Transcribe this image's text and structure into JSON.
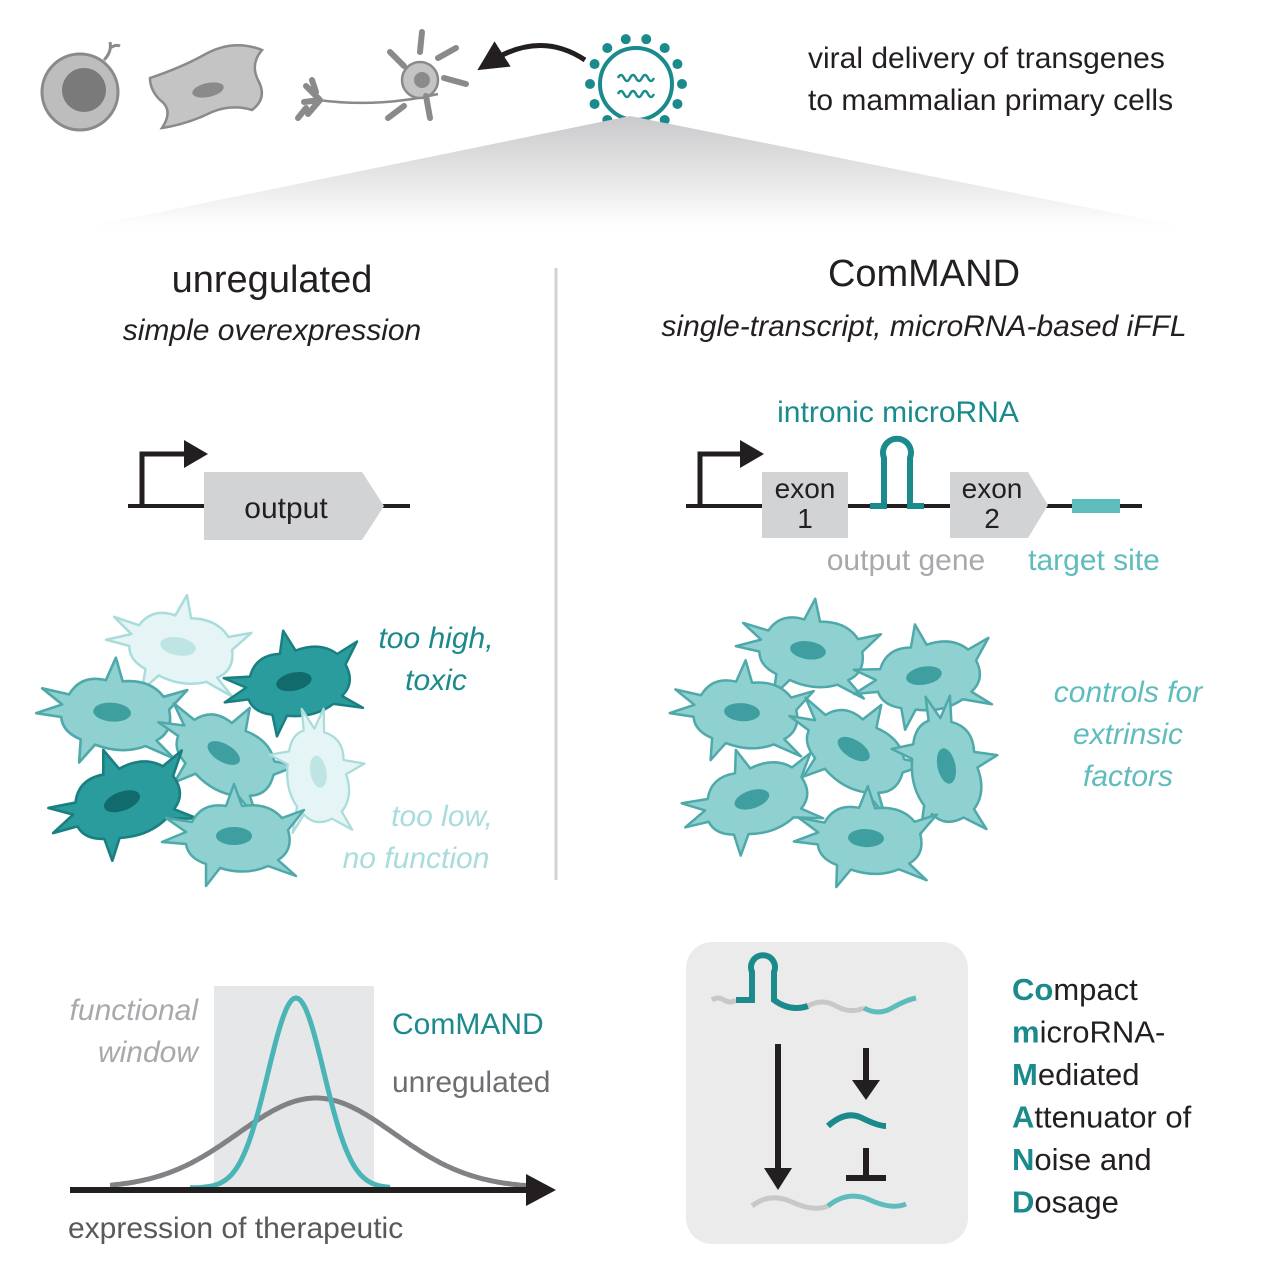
{
  "header": {
    "caption_line1": "viral delivery of transgenes",
    "caption_line2": "to mammalian primary cells"
  },
  "left_panel": {
    "title": "unregulated",
    "subtitle": "simple overexpression",
    "construct_label": "output",
    "label_high_line1": "too high,",
    "label_high_line2": "toxic",
    "label_low_line1": "too low,",
    "label_low_line2": "no function"
  },
  "right_panel": {
    "title": "ComMAND",
    "subtitle": "single-transcript, microRNA-based iFFL",
    "mirna_label": "intronic microRNA",
    "exon1_line1": "exon",
    "exon1_line2": "1",
    "exon2_line1": "exon",
    "exon2_line2": "2",
    "output_gene_label": "output gene",
    "target_site_label": "target site",
    "controls_line1": "controls for",
    "controls_line2": "extrinsic",
    "controls_line3": "factors"
  },
  "distribution_plot": {
    "window_line1": "functional",
    "window_line2": "window",
    "series_command": "ComMAND",
    "series_unregulated": "unregulated",
    "xlabel": "expression of therapeutic"
  },
  "acronym": {
    "lines": [
      {
        "bold": "Co",
        "rest": "mpact"
      },
      {
        "bold": "m",
        "rest": "icroRNA-"
      },
      {
        "bold": "M",
        "rest": "ediated"
      },
      {
        "bold": "A",
        "rest": "ttenuator of"
      },
      {
        "bold": "N",
        "rest": "oise and"
      },
      {
        "bold": "D",
        "rest": "osage"
      }
    ]
  },
  "colors": {
    "teal_dark": "#1a8a8c",
    "teal_mid": "#5fbcbd",
    "teal_light": "#a9dcdc",
    "grey": "#a7a9ac",
    "dark": "#231f20"
  }
}
